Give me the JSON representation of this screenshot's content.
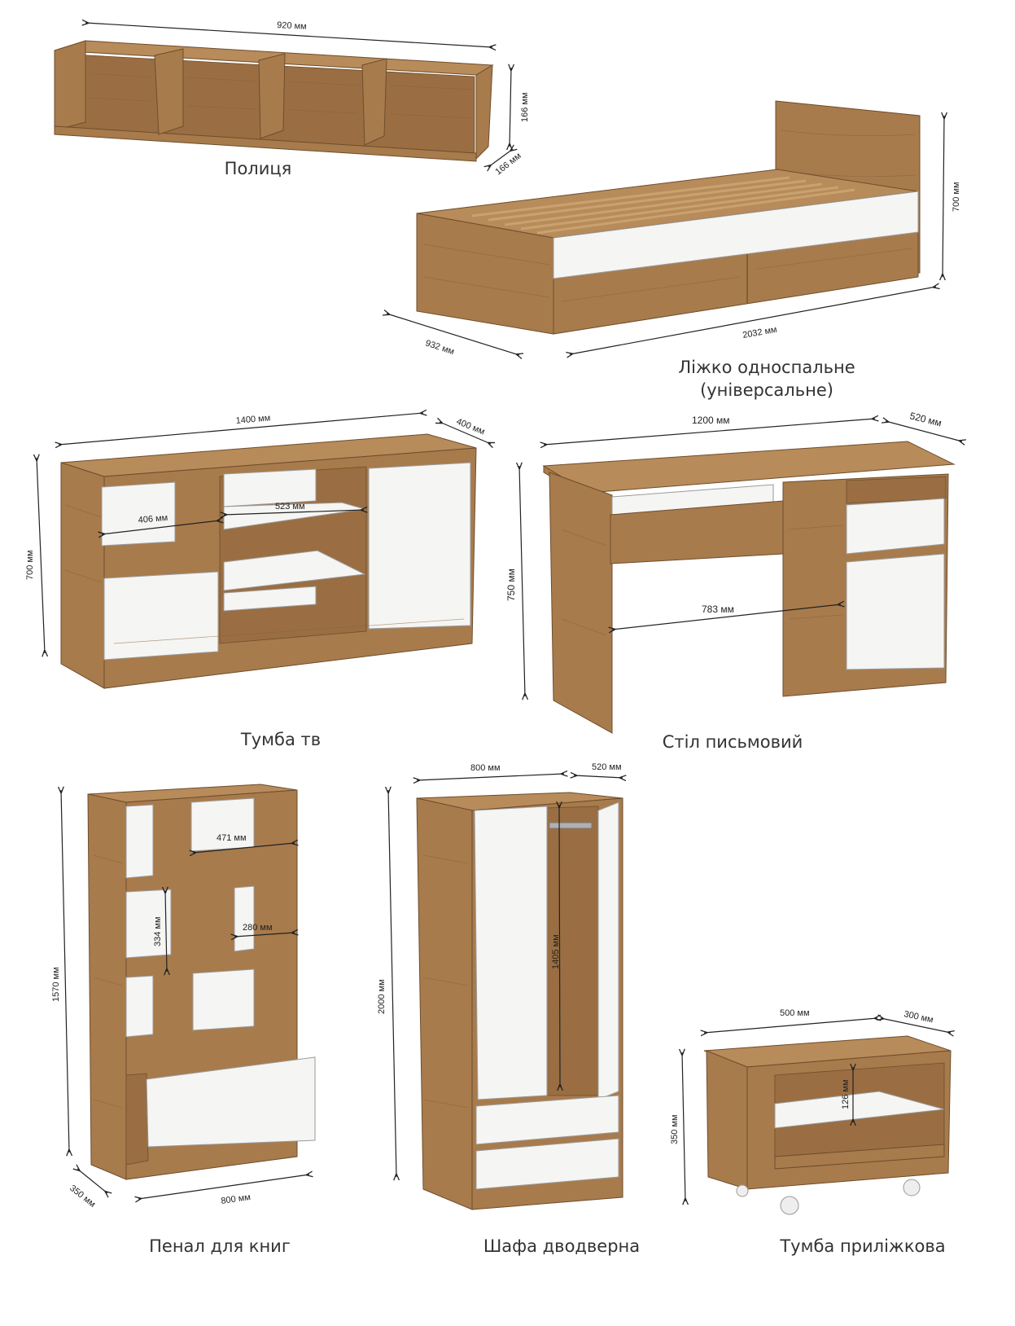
{
  "colors": {
    "wood": "#a87b4c",
    "white_panel": "#f5f5f3",
    "text": "#333333"
  },
  "items": [
    {
      "title": "Полиця",
      "dims": [
        "920 мм",
        "166 мм",
        "166 мм"
      ]
    },
    {
      "title": "Ліжко односпальне",
      "subtitle": "(універсальне)",
      "dims": [
        "700 мм",
        "932 мм",
        "2032 мм"
      ]
    },
    {
      "title": "Тумба тв",
      "dims": [
        "1400 мм",
        "400 мм",
        "700 мм",
        "406 мм",
        "523 мм"
      ]
    },
    {
      "title": "Стіл письмовий",
      "dims": [
        "1200 мм",
        "520 мм",
        "750 мм",
        "783 мм"
      ]
    },
    {
      "title": "Пенал для книг",
      "dims": [
        "1570 мм",
        "471 мм",
        "334 мм",
        "280 мм",
        "350 мм",
        "800 мм"
      ]
    },
    {
      "title": "Шафа дводверна",
      "dims": [
        "800 мм",
        "520 мм",
        "2000 мм",
        "1405 мм"
      ]
    },
    {
      "title": "Тумба приліжкова",
      "dims": [
        "500 мм",
        "300 мм",
        "350 мм",
        "126 мм"
      ]
    }
  ]
}
